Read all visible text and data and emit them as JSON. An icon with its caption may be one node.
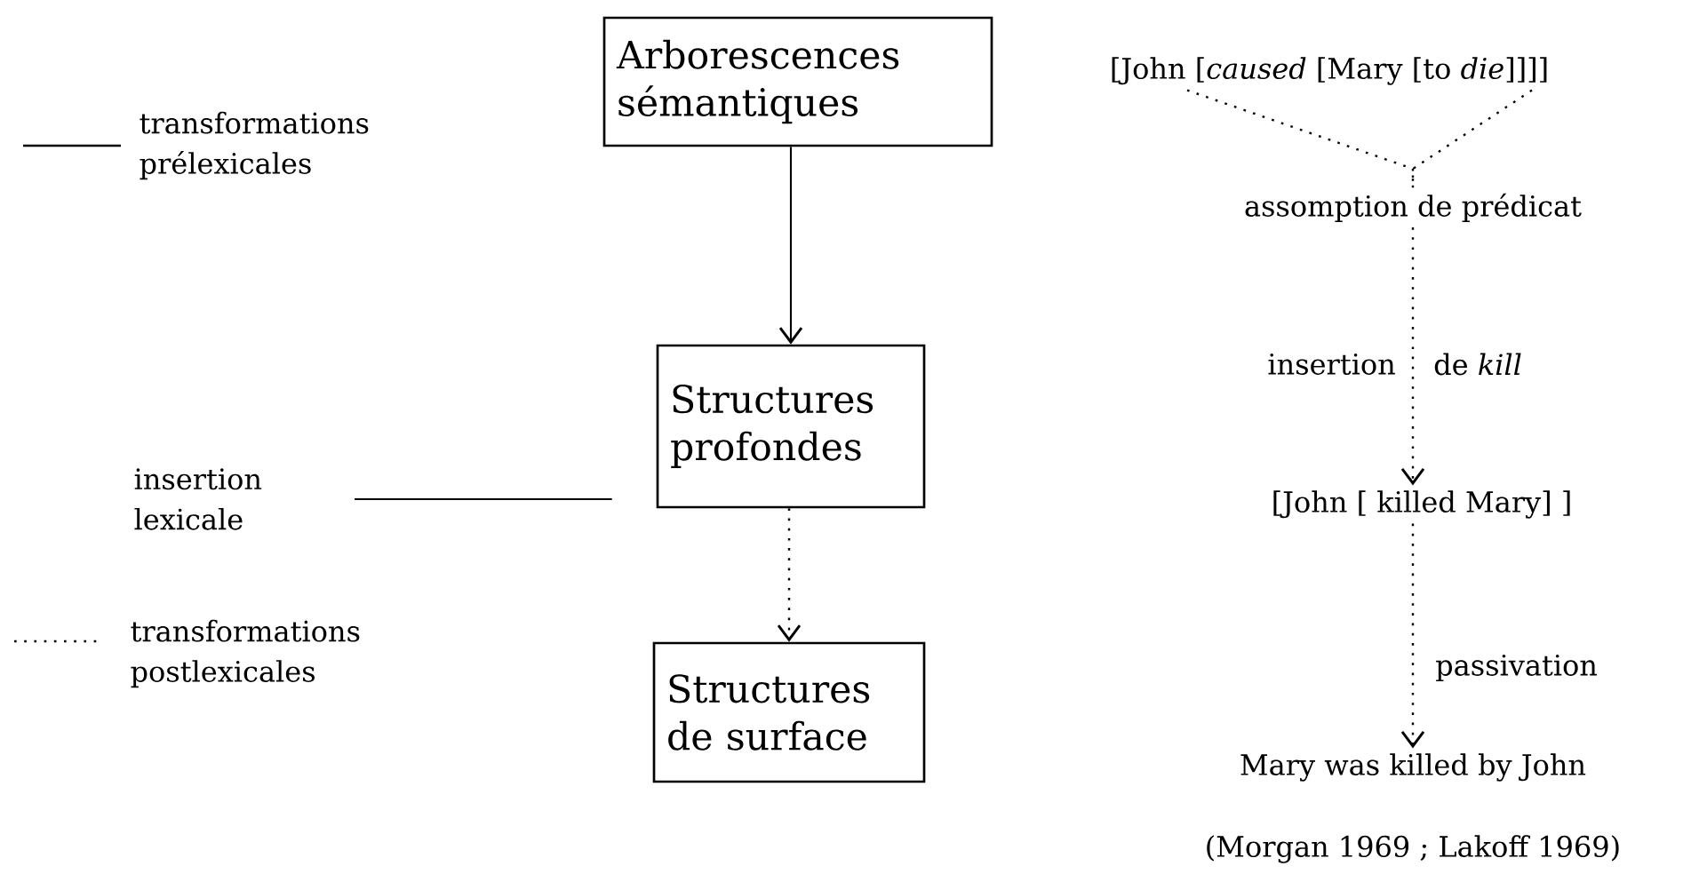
{
  "diagram": {
    "nodes": [
      {
        "text": [
          "Arborescences sémantiques"
        ]
      },
      {
        "text": [
          "[John [*caused* [Mary [to *die*]]]]"
        ]
      },
      {
        "text": [
          "assomption de prédicat"
        ]
      },
      {
        "text": [
          "Structures profondes"
        ]
      },
      {
        "text": [
          "insertion lexicale"
        ]
      },
      {
        "text": [
          "[John [  killed   Mary] ]"
        ]
      },
      {
        "text": [
          "Structures de surface"
        ]
      },
      {
        "text": [
          "Mary was killed by John"
        ]
      }
    ],
    "edges": [
      {
        "from": 0,
        "to": 3,
        "arrow": "to"
      },
      {
        "from": 3,
        "to": 6,
        "arrow": "to",
        "style": "dashed"
      },
      {
        "from": 4,
        "to": 3,
        "arrow": "none"
      },
      {
        "from": 1,
        "to": 2,
        "arrow": "none",
        "style": "dashed"
      },
      {
        "from": 1,
        "to": 2,
        "arrow": "none",
        "style": "dashed"
      },
      {
        "from": 2,
        "to": 5,
        "arrow": "to",
        "style": "dashed"
      },
      {
        "from": 5,
        "to": 7,
        "arrow": "to",
        "style": "dashed",
        "label": "passivation"
      }
    ],
    "labels": [
      "insertion",
      "de *kill*",
      "(Morgan 1969 ; Lakoff 1969)"
    ],
    "legend": [
      {
        "text": "transformations prélexicales"
      },
      {
        "text": "transformations postlexicales"
      }
    ]
  }
}
